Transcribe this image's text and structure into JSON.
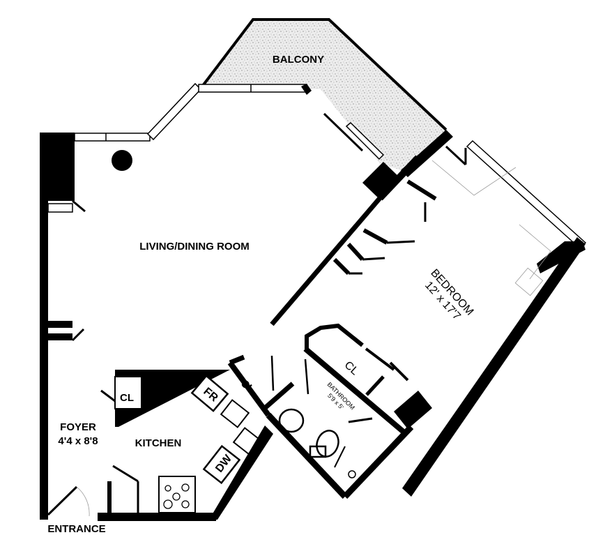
{
  "floorplan": {
    "rooms": {
      "balcony": {
        "label": "BALCONY"
      },
      "living": {
        "label": "LIVING/DINING ROOM"
      },
      "bedroom": {
        "label": "BEDROOM",
        "size": "12' x 17'7"
      },
      "bathroom": {
        "label": "BATHROOM",
        "size": "5'9 x 5'"
      },
      "bedroom_closet": {
        "label": "CL"
      },
      "hall_closet": {
        "label": "CL"
      },
      "foyer_closet": {
        "label": "CL"
      },
      "foyer": {
        "label": "FOYER",
        "size": "4'4 x 8'8"
      },
      "kitchen": {
        "label": "KITCHEN"
      }
    },
    "appliances": {
      "fridge": {
        "label": "FR"
      },
      "dishwasher": {
        "label": "DW"
      }
    },
    "entrance": {
      "label": "ENTRANCE"
    },
    "colors": {
      "wall": "#000000",
      "balcony_fill": "#d9d9d9",
      "background": "#ffffff"
    }
  }
}
